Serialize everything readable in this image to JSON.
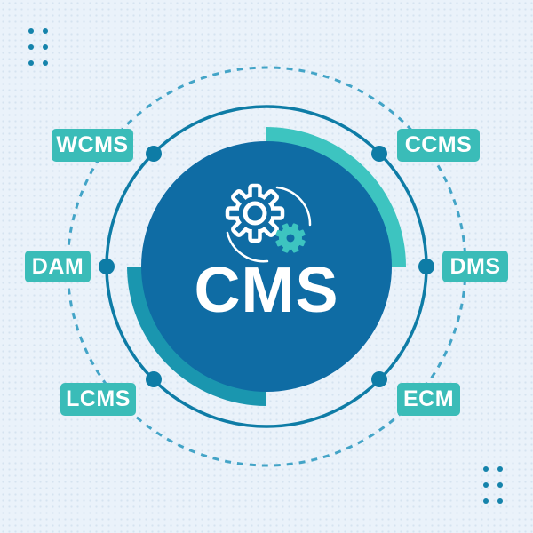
{
  "diagram": {
    "type": "hub-and-spoke infographic",
    "center": {
      "label": "CMS",
      "icon": "gears-process-icon"
    },
    "labels": [
      {
        "id": "wcms",
        "text": "WCMS",
        "position": "top-left"
      },
      {
        "id": "ccms",
        "text": "CCMS",
        "position": "top-right"
      },
      {
        "id": "dam",
        "text": "DAM",
        "position": "middle-left"
      },
      {
        "id": "dms",
        "text": "DMS",
        "position": "middle-right"
      },
      {
        "id": "lcms",
        "text": "LCMS",
        "position": "bottom-left"
      },
      {
        "id": "ecm",
        "text": "ECM",
        "position": "bottom-right"
      }
    ],
    "decor": {
      "top_left": "dot-grid-icon",
      "bottom_right": "dot-grid-icon",
      "rings": [
        "dashed-outer-circle",
        "solid-orbit-circle-with-nodes"
      ]
    },
    "colors": {
      "background": "#eaf2fa",
      "background_dots": "#d5e3f0",
      "center_circle": "#0f6ca4",
      "arc_bright_teal": "#3dc4c0",
      "arc_medium_teal": "#1a96af",
      "label_background": "#3abcb8",
      "label_text": "#ffffff",
      "orbit_stroke": "#0e7ca6",
      "dashed_stroke": "#43a4c7",
      "corner_dots": "#1583ab"
    }
  }
}
